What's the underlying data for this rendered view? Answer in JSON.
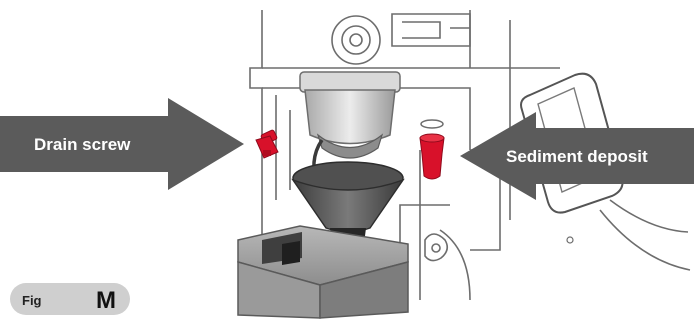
{
  "figure": {
    "callouts": {
      "left": "Drain screw",
      "right": "Sediment deposit"
    },
    "badge": {
      "word": "Fig",
      "letter": "M"
    },
    "colors": {
      "arrow": "#5b5b5b",
      "part_highlight": "#d8112a",
      "line_art": "#6d6d6d",
      "badge_bg": "#cfcfcf"
    }
  }
}
